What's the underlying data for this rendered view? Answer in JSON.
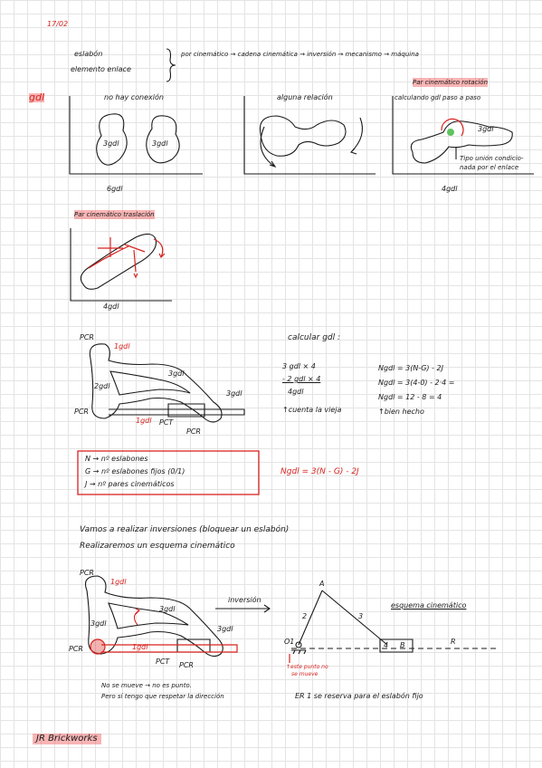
{
  "header": {
    "date": "17/02",
    "line1": "eslabón",
    "line2": "elemento enlace",
    "chain": "por cinemático → cadena cinemática → inversión → mecanismo → máquina"
  },
  "gdl": {
    "side_label": "gdl",
    "panel1": {
      "title": "no hay conexión",
      "blob_a": "3gdl",
      "blob_b": "3gdl",
      "bottom": "6gdl"
    },
    "panel2": {
      "title": "alguna relación"
    },
    "panel3": {
      "top_label": "Par cinemático rotación",
      "title": "calculando gdl paso a paso",
      "blob_label": "3gdl",
      "note1": "Tipo unión condicio-",
      "note2": "nada por el enlace",
      "bottom": "4gdl"
    },
    "panel4": {
      "title": "Par cinemático traslación",
      "bottom": "4gdl"
    }
  },
  "mech1": {
    "pcr_top": "PCR",
    "gdl_top": "1gdl",
    "gdl_mid": "3gdl",
    "gdl_left": "2gdl",
    "pcr_left": "PCR",
    "gdl_bottom": "1gdl",
    "pct": "PCT",
    "pcr_right": "PCR",
    "gdl_slider": "3gdl"
  },
  "calc": {
    "title": "calcular gdl :",
    "l1": "3 gdl × 4",
    "l2": "- 2 gdl × 4",
    "l3": "4gdl",
    "l4": "↑cuenta la vieja",
    "r1": "Ngdl = 3(N-G) - 2J",
    "r2": "Ngdl = 3(4-0) - 2·4 =",
    "r3": "Ngdl = 12 - 8 = 4",
    "r4": "↑bien hecho"
  },
  "legend": {
    "n": "N → nº eslabones",
    "g": "G → nº eslabones fijos (0/1)",
    "j": "J → nº pares cinemáticos"
  },
  "formula_red": "Ngdl = 3(N - G) - 2J",
  "inversion": {
    "line1": "Vamos a realizar inversiones (bloquear un eslabón)",
    "line2": "Realizaremos un esquema cinemático",
    "arrow_label": "inversión",
    "schema_title": "esquema cinemático"
  },
  "mech2": {
    "pcr_top": "PCR",
    "gdl_top": "1gdl",
    "gdl_mid": "3gdl",
    "gdl_left": "3gdl",
    "pcr_left": "PCR",
    "gdl_bottom": "1gdl",
    "pct": "PCT",
    "pcr_right": "PCR",
    "gdl_slider": "3gdl",
    "note1": "No se mueve → no es punto.",
    "note2": "Pero sí tengo que respetar la dirección"
  },
  "schema": {
    "a": "A",
    "n2": "2",
    "n3": "3",
    "o1": "O1",
    "n4": "4",
    "b": "B",
    "r": "R",
    "red_note1": "↑este punto no",
    "red_note2": "se mueve",
    "bottom": "ER 1 se reserva para el eslabón fijo"
  },
  "footer": {
    "brand": "JR Brickworks"
  }
}
